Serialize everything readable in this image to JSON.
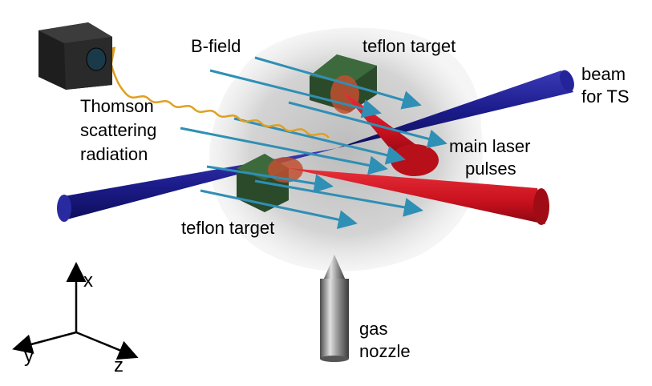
{
  "labels": {
    "b_field": "B-field",
    "teflon_top": "teflon target",
    "teflon_bottom": "teflon target",
    "beam_line1": "beam",
    "beam_line2": "for TS",
    "thomson_line1": "Thomson",
    "thomson_line2": "scattering",
    "thomson_line3": "radiation",
    "laser_line1": "main laser",
    "laser_line2": "pulses",
    "nozzle_line1": "gas",
    "nozzle_line2": "nozzle"
  },
  "axes": {
    "x": "x",
    "y": "y",
    "z": "z"
  },
  "colors": {
    "probe_beam": "#1c1c8c",
    "laser": "#c8101e",
    "b_field_arrows": "#2f8fb4",
    "thomson_wave": "#e0a020",
    "target_block": "#2a4a2a",
    "plasma_blob": "#c05030",
    "gas_cloud": "#c8c8c8",
    "detector": "#222222",
    "nozzle": "#8a8a8a"
  }
}
